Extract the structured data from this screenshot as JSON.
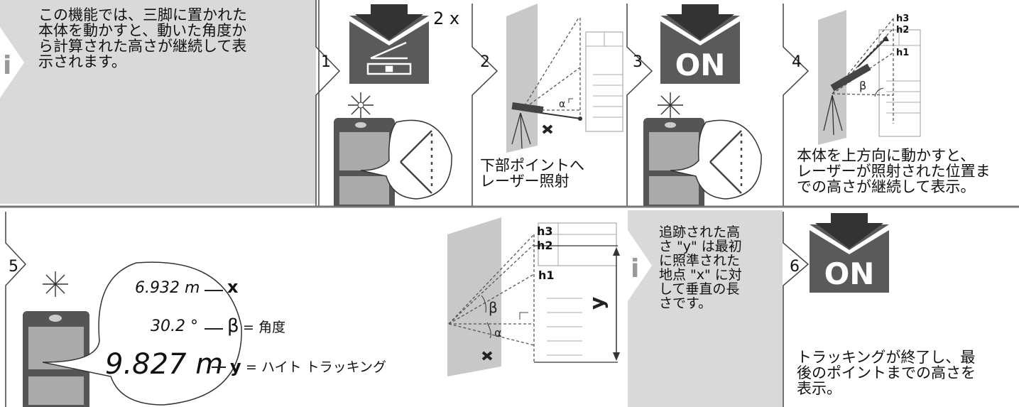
{
  "row1": {
    "info_text": "この機能では、三脚に置かれた\n本体を動かすと、動いた角度か\nら計算された高さが継続して表\n示されます。",
    "info_icon": "info-icon",
    "step1_number": "1",
    "repeat_label": "2 x",
    "step2_number": "2",
    "step2_caption": "下部ポイントへ\nレーザー照射",
    "step3_number": "3",
    "on_label": "ON",
    "step4_number": "4",
    "step4_caption": "本体を上方向に動かすと、\nレーザーが照射された位置ま\nでの高さが継続して表示。",
    "h3": "h3",
    "h2": "h2",
    "h1": "h1",
    "alpha": "α",
    "beta": "β"
  },
  "row2": {
    "step5_number": "5",
    "display_distance": "6.932 m",
    "distance_key": "x",
    "display_angle": "30.2 °",
    "angle_key": "β",
    "angle_desc": "= 角度",
    "display_height": "9.827 m",
    "height_key": "y",
    "height_desc": "= ハイト トラッキング",
    "diagram_h3": "h3",
    "diagram_h2": "h2",
    "diagram_h1": "h1",
    "diagram_beta": "β",
    "diagram_alpha": "α",
    "diagram_y": "y",
    "info_text": "追跡された高\nさ \"y\" は最初\nに照準された\n地点 \"x\" に対\nして垂直の長\nさです。",
    "info_icon": "info-icon",
    "step6_number": "6",
    "on_label": "ON",
    "step6_caption": "トラッキングが終了し、最\n後のポイントまでの高さを\n表示。"
  },
  "colors": {
    "panel_gray": "#d9d9d9",
    "dark_gray": "#5a5a5a",
    "line": "#666666"
  }
}
